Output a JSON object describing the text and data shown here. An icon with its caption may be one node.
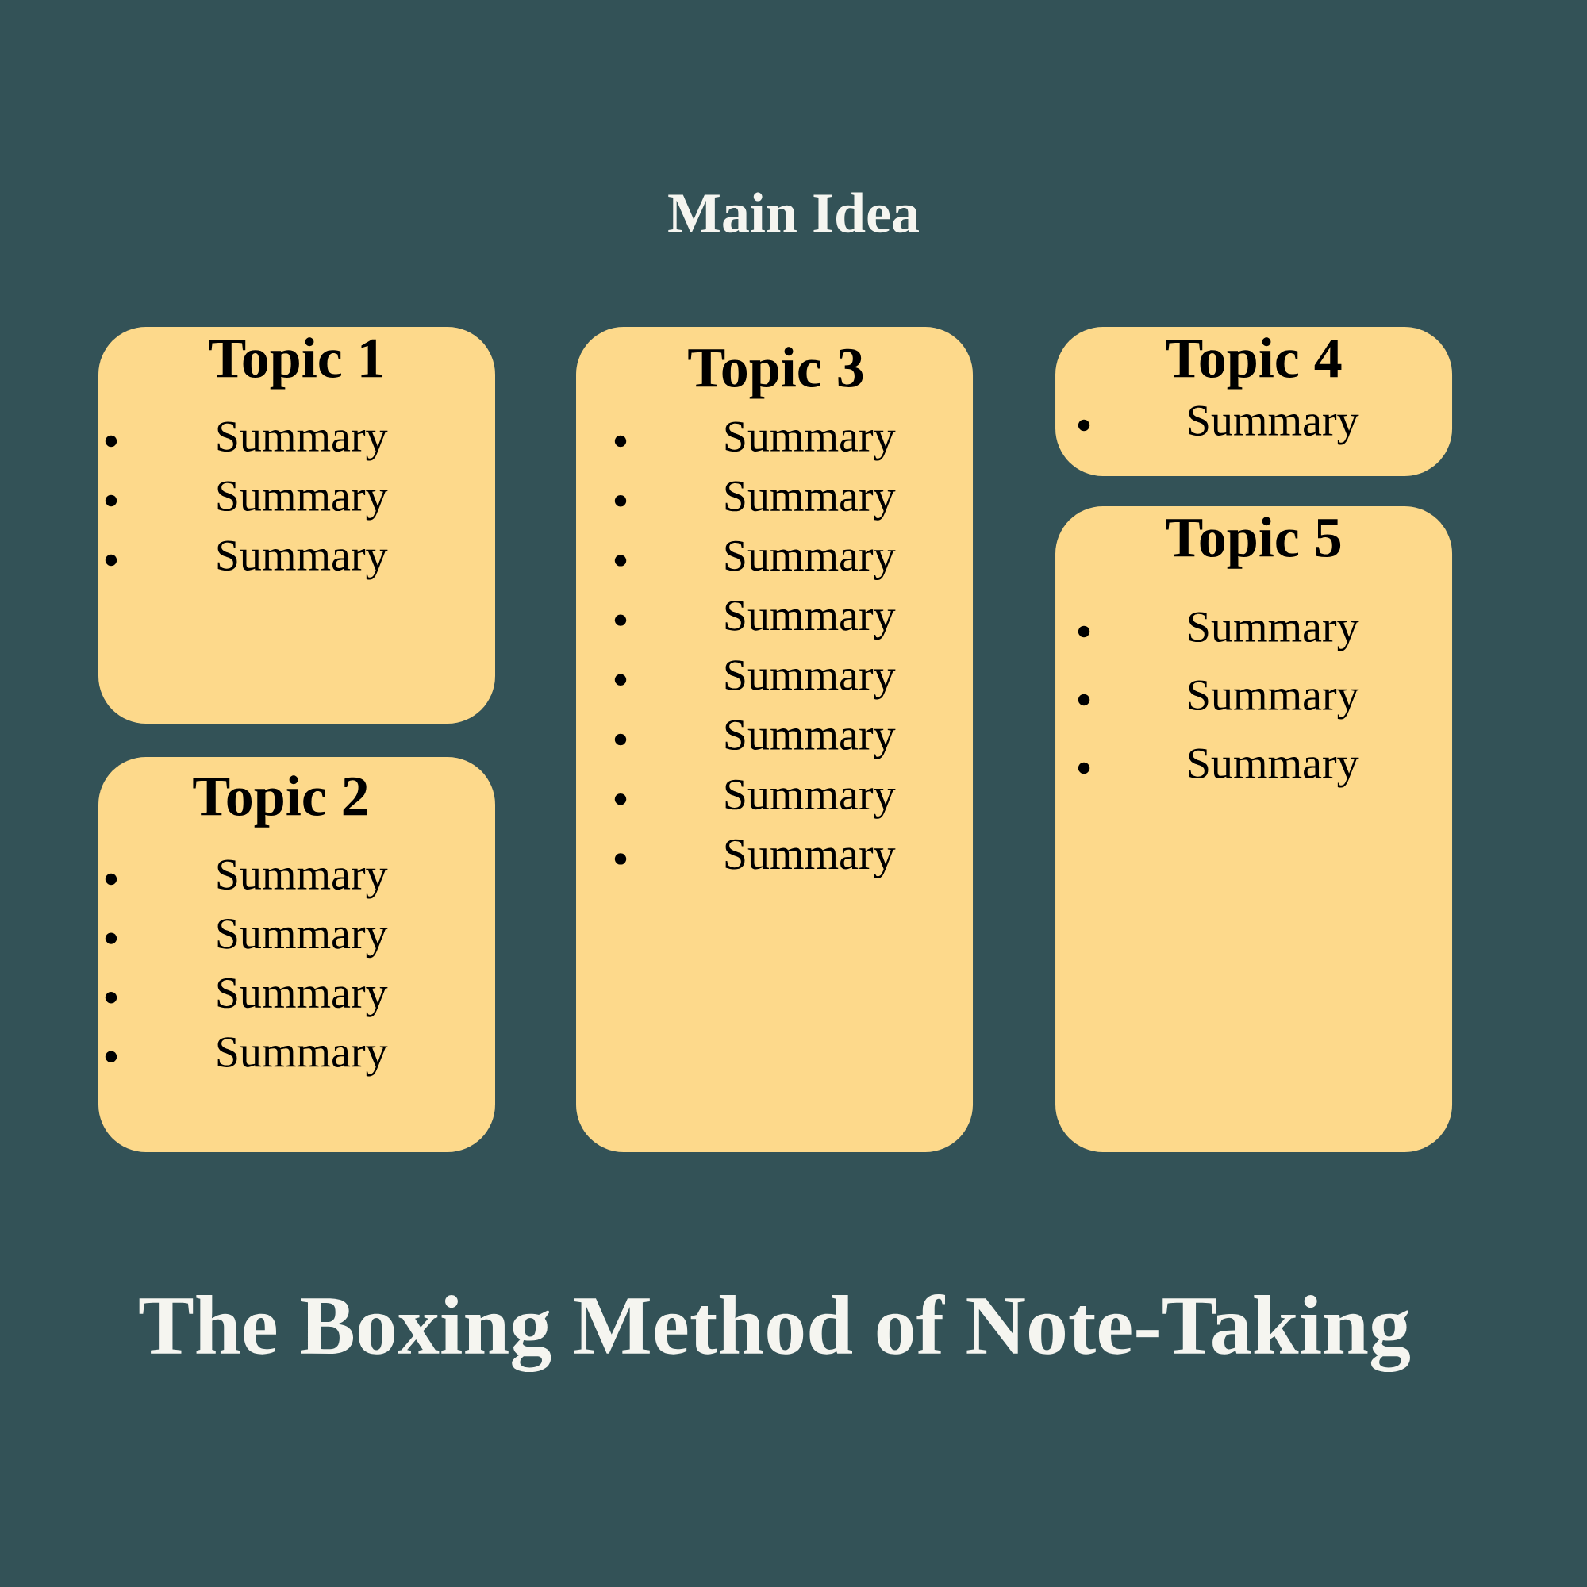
{
  "diagram": {
    "title": "The Boxing Method of Note-Taking",
    "nodes": [
      {
        "text": [
          "Topic 1",
          "Summary",
          "Summary",
          "Summary"
        ]
      },
      {
        "text": [
          "Topic 2",
          "Summary",
          "Summary",
          "Summary",
          "Summary"
        ]
      },
      {
        "text": [
          "Topic 3",
          "Summary",
          "Summary",
          "Summary",
          "Summary",
          "Summary",
          "Summary",
          "Summary",
          "Summary"
        ]
      },
      {
        "text": [
          "Topic 4",
          "Summary"
        ]
      },
      {
        "text": [
          "Topic 5",
          "Summary",
          "Summary",
          "Summary"
        ]
      }
    ],
    "labels": [
      "Main Idea"
    ]
  }
}
